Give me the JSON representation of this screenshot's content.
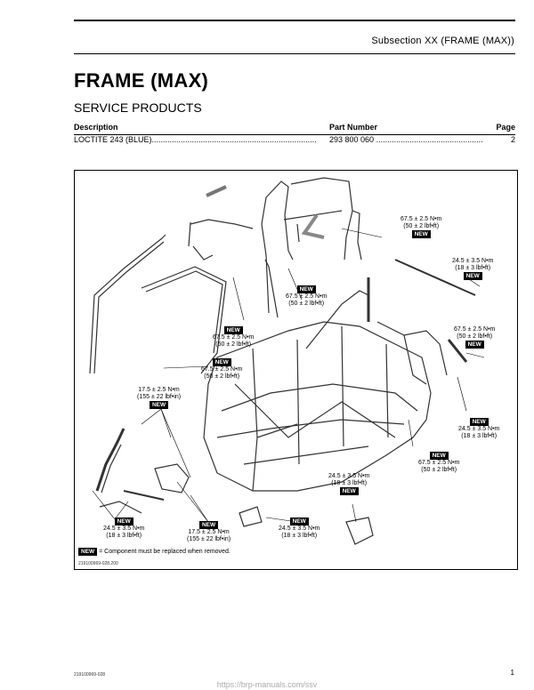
{
  "header": {
    "subsection": "Subsection XX (FRAME (MAX))"
  },
  "title": "FRAME (MAX)",
  "section_heading": "SERVICE PRODUCTS",
  "table": {
    "headers": {
      "description": "Description",
      "part_number": "Part Number",
      "page": "Page"
    },
    "rows": [
      {
        "description": "LOCTITE 243 (BLUE)",
        "leader1": "..........................................................................",
        "part_number": "293 800 060",
        "leader2": "................................................",
        "page": "2"
      }
    ]
  },
  "figure": {
    "callouts": {
      "c1": {
        "torque": "67.5 ± 2.5 N•m",
        "imperial": "(50 ± 2 lbf•ft)",
        "badge": "NEW"
      },
      "c2": {
        "torque": "24.5 ± 3.5 N•m",
        "imperial": "(18 ± 3 lbf•ft)",
        "badge": "NEW"
      },
      "c3": {
        "badge": "NEW",
        "torque": "67.5 ± 2.5 N•m",
        "imperial": "(50 ± 2 lbf•ft)"
      },
      "c4": {
        "torque": "67.5 ± 2.5 N•m",
        "imperial": "(50 ± 2 lbf•ft)",
        "badge": "NEW"
      },
      "c5": {
        "badge": "NEW",
        "torque": "67.5 ± 2.5 N•m",
        "imperial": "(50 ± 2 lbf•ft)"
      },
      "c6": {
        "badge": "NEW",
        "torque": "67.5 ± 2.5 N•m",
        "imperial": "(50 ± 2 lbf•ft)"
      },
      "c7": {
        "torque": "17.5 ± 2.5 N•m",
        "imperial": "(155 ± 22 lbf•in)",
        "badge": "NEW"
      },
      "c8": {
        "badge": "NEW",
        "torque": "24.5 ± 3.5 N•m",
        "imperial": "(18 ± 3 lbf•ft)"
      },
      "c9": {
        "badge": "NEW",
        "torque": "67.5 ± 2.5 N•m",
        "imperial": "(50 ± 2 lbf•ft)"
      },
      "c10": {
        "torque": "24.5 ± 3.5 N•m",
        "imperial": "(18 ± 3 lbf•ft)",
        "badge": "NEW"
      },
      "c11": {
        "badge": "NEW",
        "torque": "24.5 ± 3.5 N•m",
        "imperial": "(18 ± 3 lbf•ft)"
      },
      "c12": {
        "badge": "NEW",
        "torque": "17.5 ± 2.5 N•m",
        "imperial": "(155 ± 22 lbf•in)"
      },
      "c13": {
        "badge": "NEW",
        "torque": "24.5 ± 3.5 N•m",
        "imperial": "(18 ± 3 lbf•ft)"
      }
    },
    "legend": {
      "badge": "NEW",
      "text": "= Component must be replaced when removed."
    },
    "code": "219100969-028.200"
  },
  "footer": {
    "doc_code": "219100969-028",
    "page": "1",
    "watermark": "https://brp-manuals.com/ssv"
  }
}
